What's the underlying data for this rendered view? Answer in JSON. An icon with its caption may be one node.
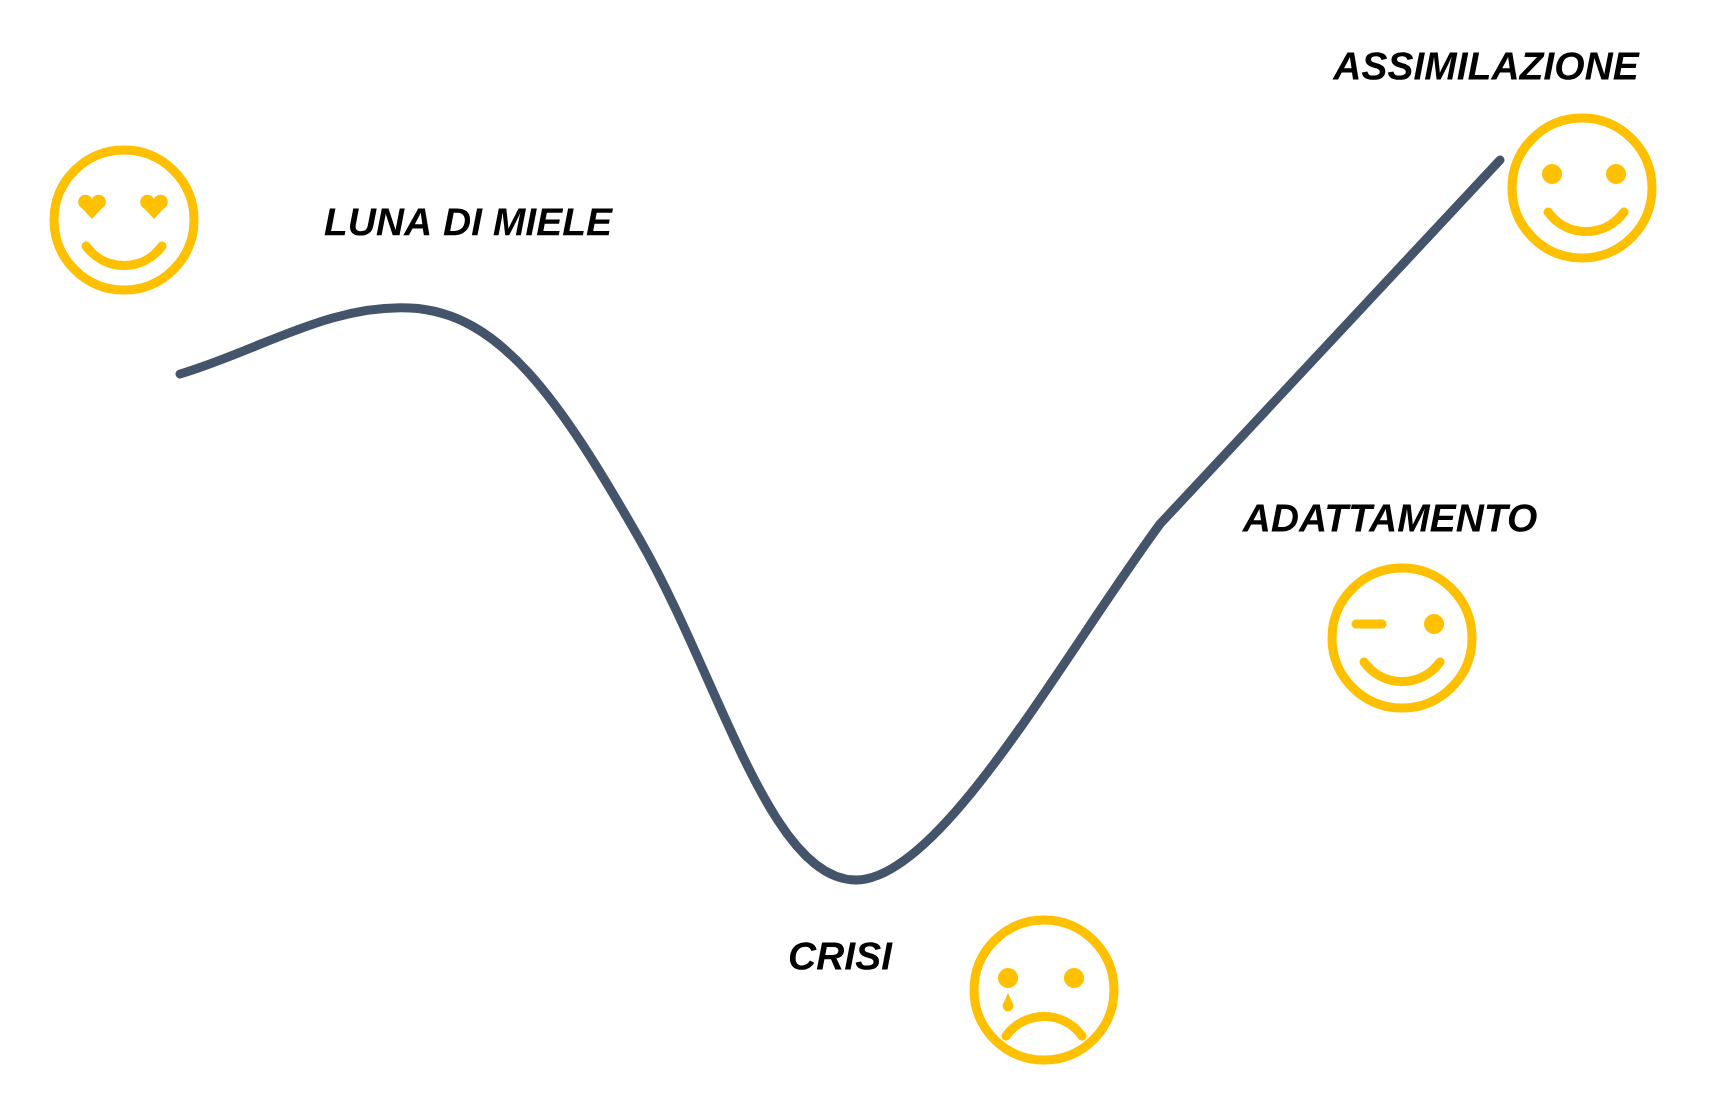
{
  "diagram": {
    "labels": [
      "LUNA DI MIELE",
      "CRISI",
      "ADATTAMENTO",
      "ASSIMILAZIONE"
    ]
  }
}
